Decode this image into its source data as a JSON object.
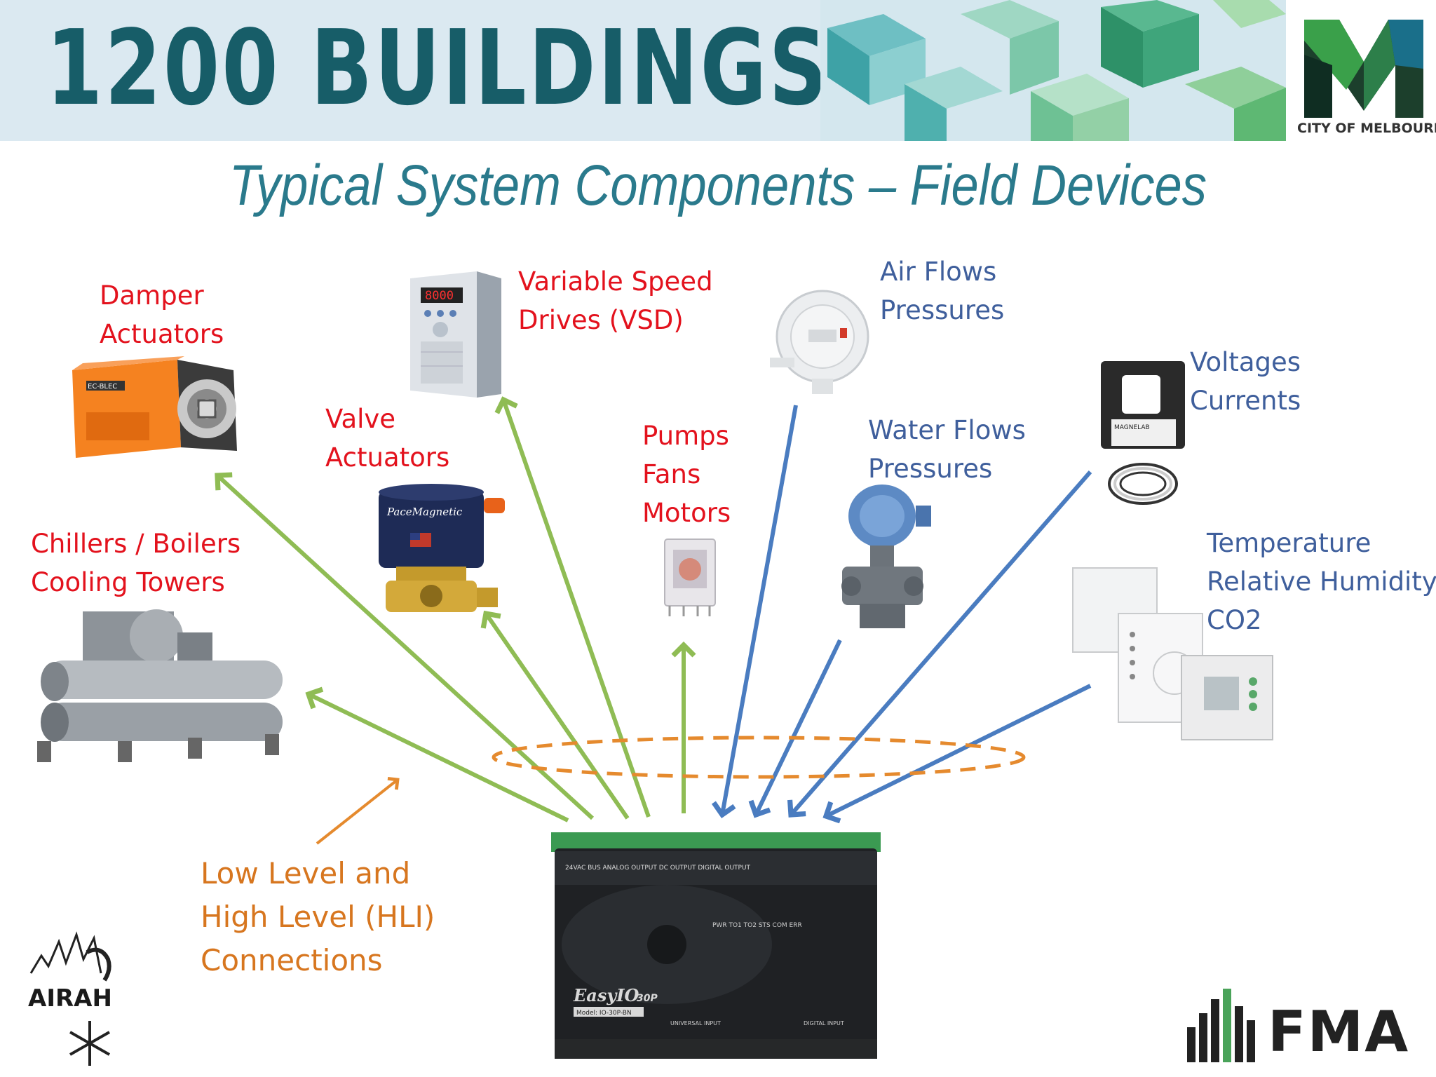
{
  "banner": {
    "title": "1200 BUILDINGS",
    "logo_caption": "CITY OF MELBOURNE"
  },
  "slide": {
    "title": "Typical System Components – Field Devices"
  },
  "labels": {
    "damper": [
      "Damper",
      "Actuators"
    ],
    "vsd": [
      "Variable Speed",
      "Drives (VSD)"
    ],
    "valve": [
      "Valve",
      "Actuators"
    ],
    "pumps": [
      "Pumps",
      "Fans",
      "Motors"
    ],
    "chillers": [
      "Chillers / Boilers",
      "Cooling Towers"
    ],
    "air": [
      "Air Flows",
      "Pressures"
    ],
    "water": [
      "Water Flows",
      "Pressures"
    ],
    "voltages": [
      "Voltages",
      "Currents"
    ],
    "temperature": [
      "Temperature",
      "Relative Humidity",
      "CO2"
    ],
    "connections": [
      "Low Level and",
      "High Level (HLI)",
      "Connections"
    ]
  },
  "controller": {
    "brand": "EasyIO",
    "model_suffix": "30P",
    "model": "Model: IO-30P-BN",
    "terminal_header": "24VAC  BUS  ANALOG OUTPUT  DC OUTPUT  DIGITAL OUTPUT",
    "analog_header": "UNIVERSAL INPUT",
    "digital_header": "DIGITAL INPUT",
    "status": "PWR  TO1  TO2  STS  COM  ERR"
  },
  "devices": {
    "damper_brand": "EC-BLEC",
    "valve_brand": "PaceMagnetic",
    "vsd_display": "8000",
    "current_brand": "MAGNELAB"
  },
  "logos": {
    "airah": "AIRAH",
    "fma": "FMA"
  },
  "colors": {
    "output_arrow": "#8fbc54",
    "input_arrow": "#4a7cc0",
    "connection": "#e58a2e",
    "title": "#2a7a8c",
    "banner_text": "#175d68"
  }
}
